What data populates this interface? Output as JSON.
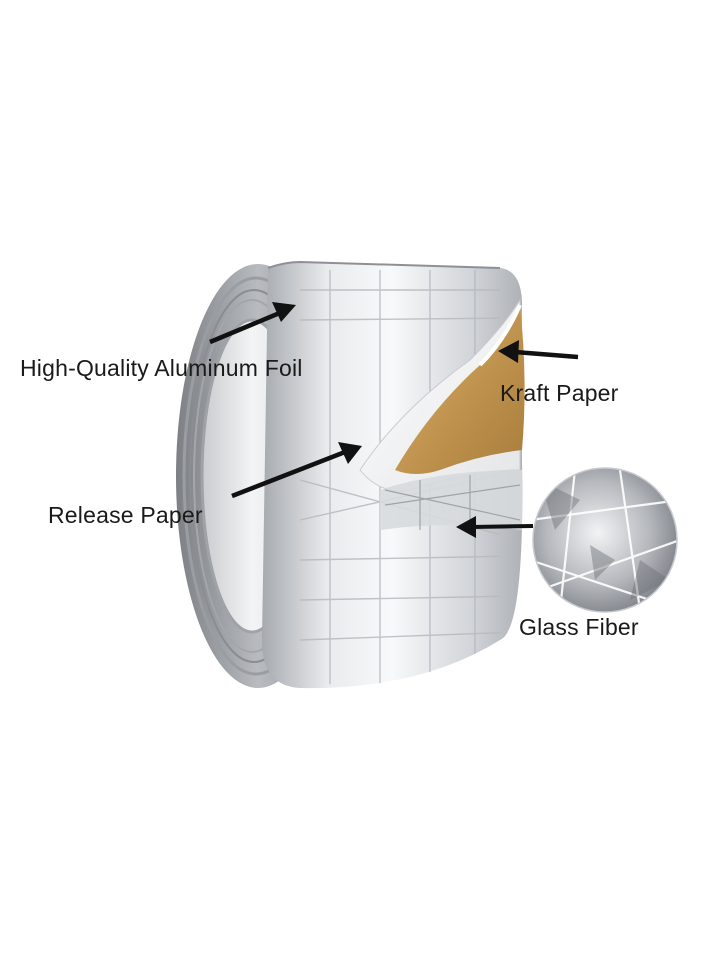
{
  "labels": {
    "aluminum_foil": "High-Quality Aluminum Foil",
    "kraft_paper": "Kraft Paper",
    "release_paper": "Release Paper",
    "glass_fiber": "Glass Fiber"
  },
  "colors": {
    "background": "#ffffff",
    "foil_light": "#f4f5f6",
    "foil_mid": "#c9ccd0",
    "foil_dark": "#8d9096",
    "kraft": "#c49a58",
    "arrow": "#111111",
    "label_text": "#1a1a1a"
  }
}
